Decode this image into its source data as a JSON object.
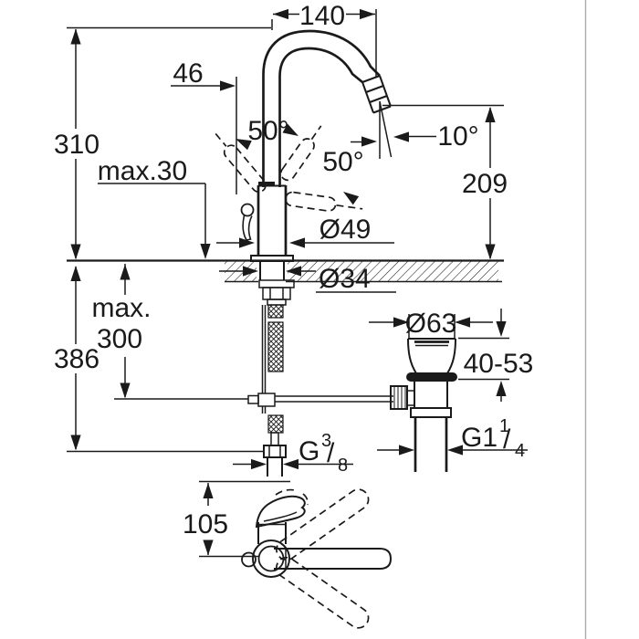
{
  "page": {
    "background": "#ffffff",
    "divider_color": "#ababab",
    "ink_color": "#1a1a1a"
  },
  "drawing": {
    "type": "faucet-installation-dimension-drawing",
    "labels": {
      "spout_reach": "140",
      "spout_offset": "46",
      "height_above_deck": "310",
      "deck_max": "max.30",
      "lever_angle_left": "50°",
      "lever_angle_right": "50°",
      "outlet_angle": "10°",
      "outlet_height": "209",
      "body_diameter": "Ø49",
      "hole_diameter": "Ø34",
      "rod_max_line1": "max.",
      "rod_max_line2": "300",
      "height_below_deck": "386",
      "waste_flange_diameter": "Ø63",
      "basin_thickness_range": "40-53",
      "supply_thread": {
        "main": "G",
        "sup": "3",
        "slash": "/",
        "sub": "8"
      },
      "waste_thread": {
        "main": "G1",
        "sup": "1",
        "slash": "/",
        "sub": "4"
      },
      "handle_projection": "105"
    }
  }
}
